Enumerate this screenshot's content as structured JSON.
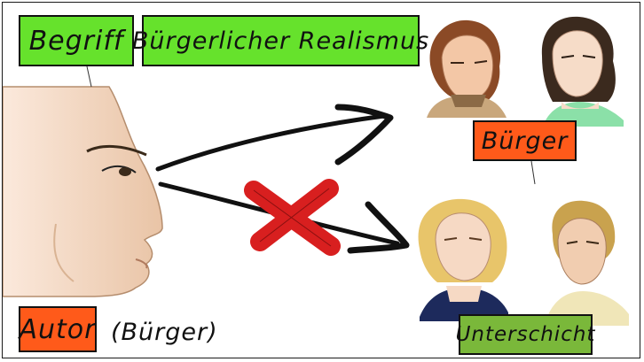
{
  "labels": {
    "begriff": "Begriff",
    "title": "Bürgerlicher Realismus",
    "buerger": "Bürger",
    "autor": "Autor",
    "autor_note": "(Bürger)",
    "unterschicht": "Unterschicht"
  },
  "colors": {
    "label_green": "#66e22c",
    "label_orange": "#ff5a1a",
    "label_olive": "#7ab83a",
    "cross_red": "#d81f1f",
    "arrow_black": "#111111"
  },
  "icons": {
    "author_face": "profile-face-illustration",
    "upper_group": "two-person-portrait-illustration",
    "lower_group": "two-person-portrait-illustration",
    "arrow_up": "arrow-right",
    "arrow_down": "arrow-right",
    "cross": "red-x-mark"
  }
}
